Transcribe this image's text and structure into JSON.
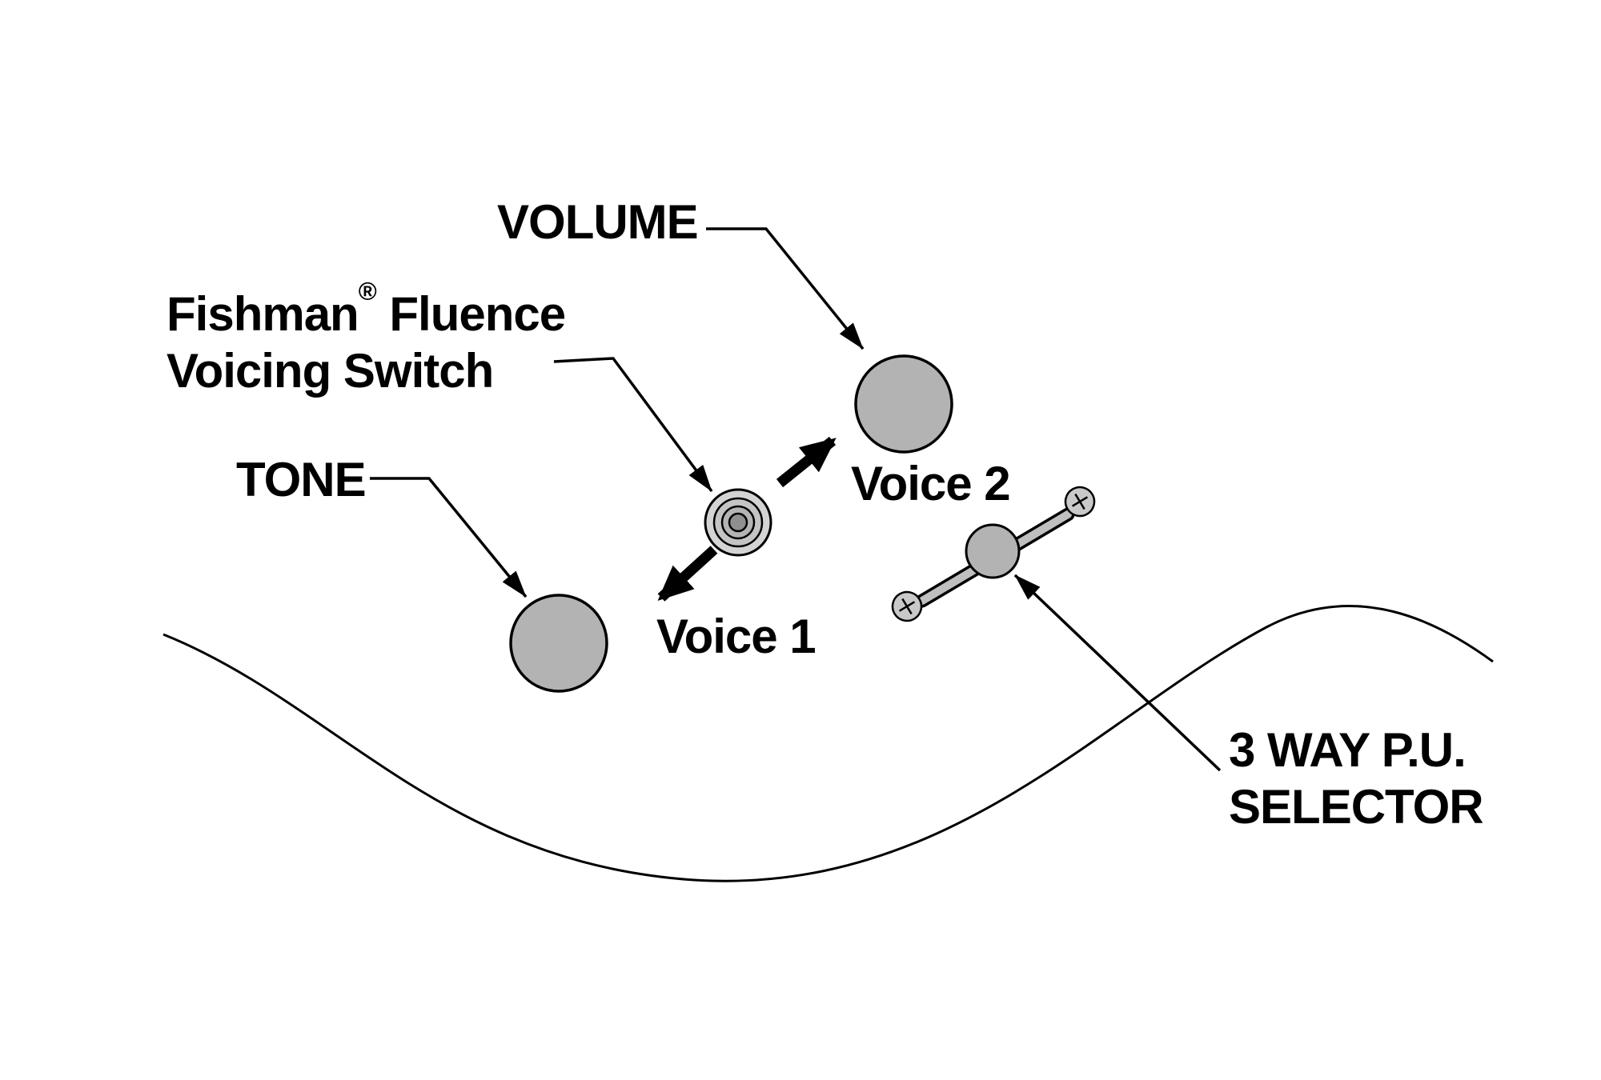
{
  "diagram": {
    "title": "Guitar control layout diagram",
    "labels": {
      "volume": "VOLUME",
      "fishman_brand": "Fishman",
      "registered_mark": "®",
      "fluence": " Fluence",
      "voicing_switch": "Voicing Switch",
      "tone": "TONE",
      "voice_2": "Voice 2",
      "voice_1": "Voice 1",
      "pu_selector_line1": "3 WAY P.U.",
      "pu_selector_line2": "SELECTOR"
    },
    "colors": {
      "background": "#ffffff",
      "line": "#000000",
      "knob_fill": "#b3b3b3",
      "switch_outer_fill": "#d4d4d4",
      "selector_bar_fill": "#bfbfbf",
      "screw_fill": "#c9c9c9"
    },
    "components": [
      {
        "name": "volume-knob"
      },
      {
        "name": "tone-knob"
      },
      {
        "name": "fishman-fluence-voicing-switch"
      },
      {
        "name": "three-way-pickup-selector"
      }
    ]
  }
}
